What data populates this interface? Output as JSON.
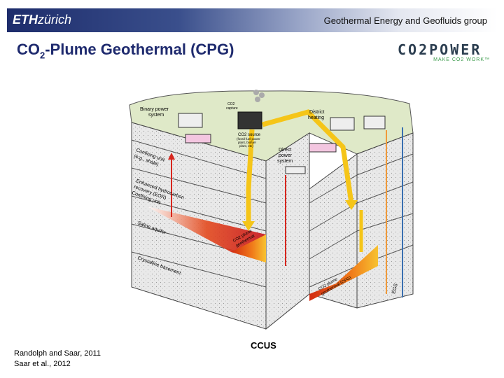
{
  "header": {
    "logo_bold": "ETH",
    "logo_rest": "zürich",
    "group_name": "Geothermal Energy and Geofluids group"
  },
  "title": {
    "prefix": "CO",
    "subscript": "2",
    "suffix": "-Plume Geothermal (CPG)"
  },
  "logo": {
    "text": "CO2POWER",
    "tagline": "MAKE CO2 WORK™"
  },
  "diagram": {
    "labels": {
      "binary_power": "Binary power",
      "system": "system",
      "co2_capture_a": "CO2",
      "co2_capture_b": "capture",
      "co2_source": "CO2 source",
      "co2_source_detail_a": "(fossil fuel power",
      "co2_source_detail_b": "plant, biofuel",
      "co2_source_detail_c": "plant, etc)",
      "district_heating_a": "District",
      "district_heating_b": "heating",
      "direct_power_a": "Direct",
      "direct_power_b": "power",
      "direct_power_c": "system",
      "confining_unit_1a": "Confining unit",
      "confining_unit_1b": "(e.g., shale)",
      "eor_a": "Enhanced hydrocarbon",
      "eor_b": "recovery (EOR)",
      "confining_unit_2": "Confining unit",
      "saline_aquifer": "Saline aquifer",
      "crystalline": "Crystalline basement",
      "plume_left_a": "CO2 plume",
      "plume_left_b": "geothermal",
      "plume_right_a": "CO2 plume",
      "plume_right_b": "geothermal (CPG)",
      "egs": "EGS"
    },
    "colors": {
      "co2_flow": "#f5c518",
      "hot_fluid": "#d7261e",
      "return_fluid": "#3a6fb0",
      "ground": "#dfe9c8"
    }
  },
  "ccus": "CCUS",
  "citations": [
    "Randolph and Saar, 2011",
    "Saar et al., 2012"
  ]
}
